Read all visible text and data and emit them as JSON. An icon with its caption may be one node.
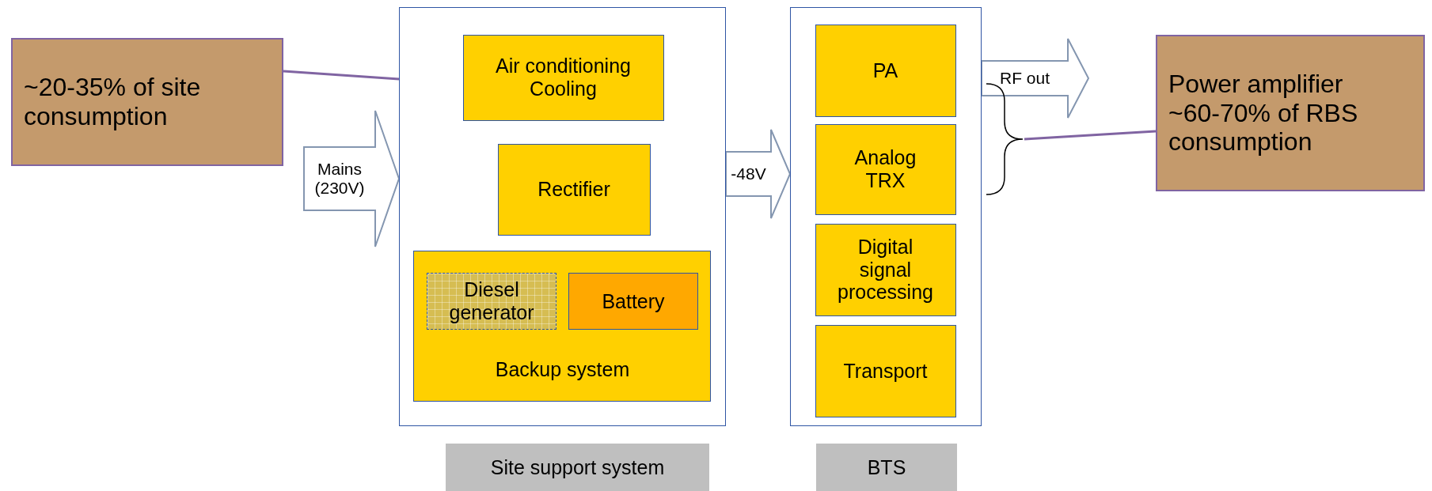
{
  "diagram": {
    "nodes": [
      {
        "text": [
          "~20-35% of site consumption"
        ]
      },
      {
        "text": [
          "Site support system"
        ]
      },
      {
        "text": [
          "Air conditioning Cooling"
        ],
        "in": 1
      },
      {
        "text": [
          "Rectifier"
        ],
        "in": 1
      },
      {
        "text": [
          "Backup system"
        ],
        "in": 1
      },
      {
        "text": [
          "Diesel generator"
        ],
        "in": 4
      },
      {
        "text": [
          "Battery"
        ],
        "in": 4
      },
      {
        "text": [
          "BTS"
        ]
      },
      {
        "text": [
          "PA"
        ],
        "in": 7
      },
      {
        "text": [
          "Analog TRX"
        ],
        "in": 7
      },
      {
        "text": [
          "Digital signal processing"
        ],
        "in": 7
      },
      {
        "text": [
          "Transport"
        ],
        "in": 7
      },
      {
        "text": [
          "Power amplifier ~60-70% of RBS consumption"
        ]
      },
      {
        "text": [],
        "shape": "brace"
      }
    ],
    "edges": [
      {
        "from": 0,
        "to": 1,
        "arrow": "none",
        "color": "#8064a2"
      },
      {
        "from": null,
        "to": 1,
        "arrow": "to",
        "label": "Mains (230V)"
      },
      {
        "from": 1,
        "to": 7,
        "arrow": "to",
        "label": "-48V"
      },
      {
        "from": 7,
        "to": null,
        "arrow": "to",
        "label": "RF out"
      },
      {
        "from": 12,
        "to": 13,
        "arrow": "none",
        "color": "#8064a2"
      }
    ]
  }
}
